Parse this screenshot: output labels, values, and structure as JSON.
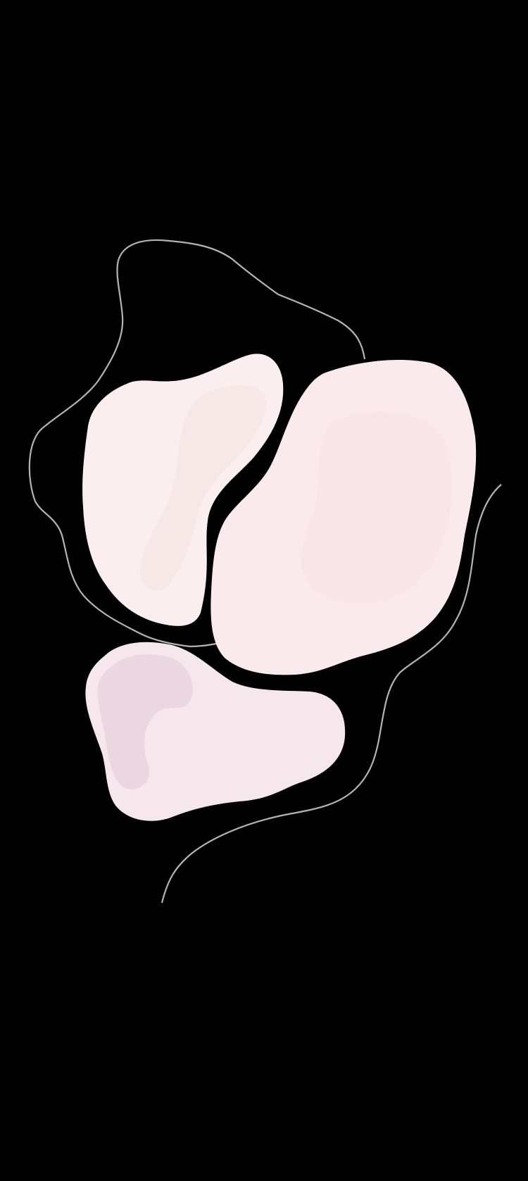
{
  "colors": {
    "background": "#000000",
    "outline": "#b8b3b3",
    "shape_top_left": "#fbeeee",
    "shape_top_left_tint": "#f6e1e1",
    "shape_top_right": "#fbeaec",
    "shape_top_right_tint": "#f7dfe2",
    "shape_bottom": "#f5e7ec",
    "shape_bottom_tint": "#e9d3dc"
  },
  "shapes": [
    {
      "name": "top-left-blob"
    },
    {
      "name": "top-right-blob"
    },
    {
      "name": "bottom-blob"
    }
  ]
}
